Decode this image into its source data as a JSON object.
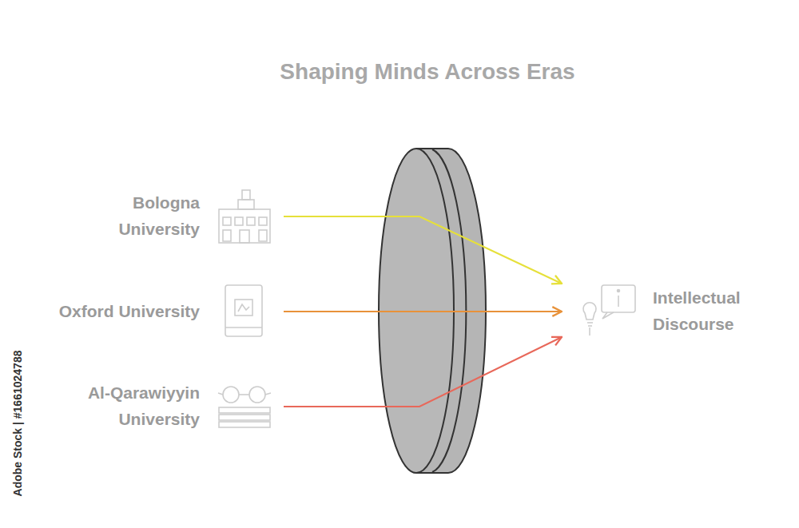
{
  "diagram": {
    "title": "Shaping Minds Across Eras",
    "nodes": [
      {
        "text": [
          "Bologna University"
        ]
      },
      {
        "text": [
          "Oxford University"
        ]
      },
      {
        "text": [
          "Al-Qarawiyyin University"
        ]
      },
      {
        "text": [
          "Intellectual Discourse"
        ]
      }
    ],
    "edges": [
      {
        "from": 0,
        "to": 3,
        "arrow": "to"
      },
      {
        "from": 1,
        "to": 3,
        "arrow": "to"
      },
      {
        "from": 2,
        "to": 3,
        "arrow": "to"
      }
    ],
    "labels": [
      "Adobe Stock | #1661024788"
    ]
  }
}
